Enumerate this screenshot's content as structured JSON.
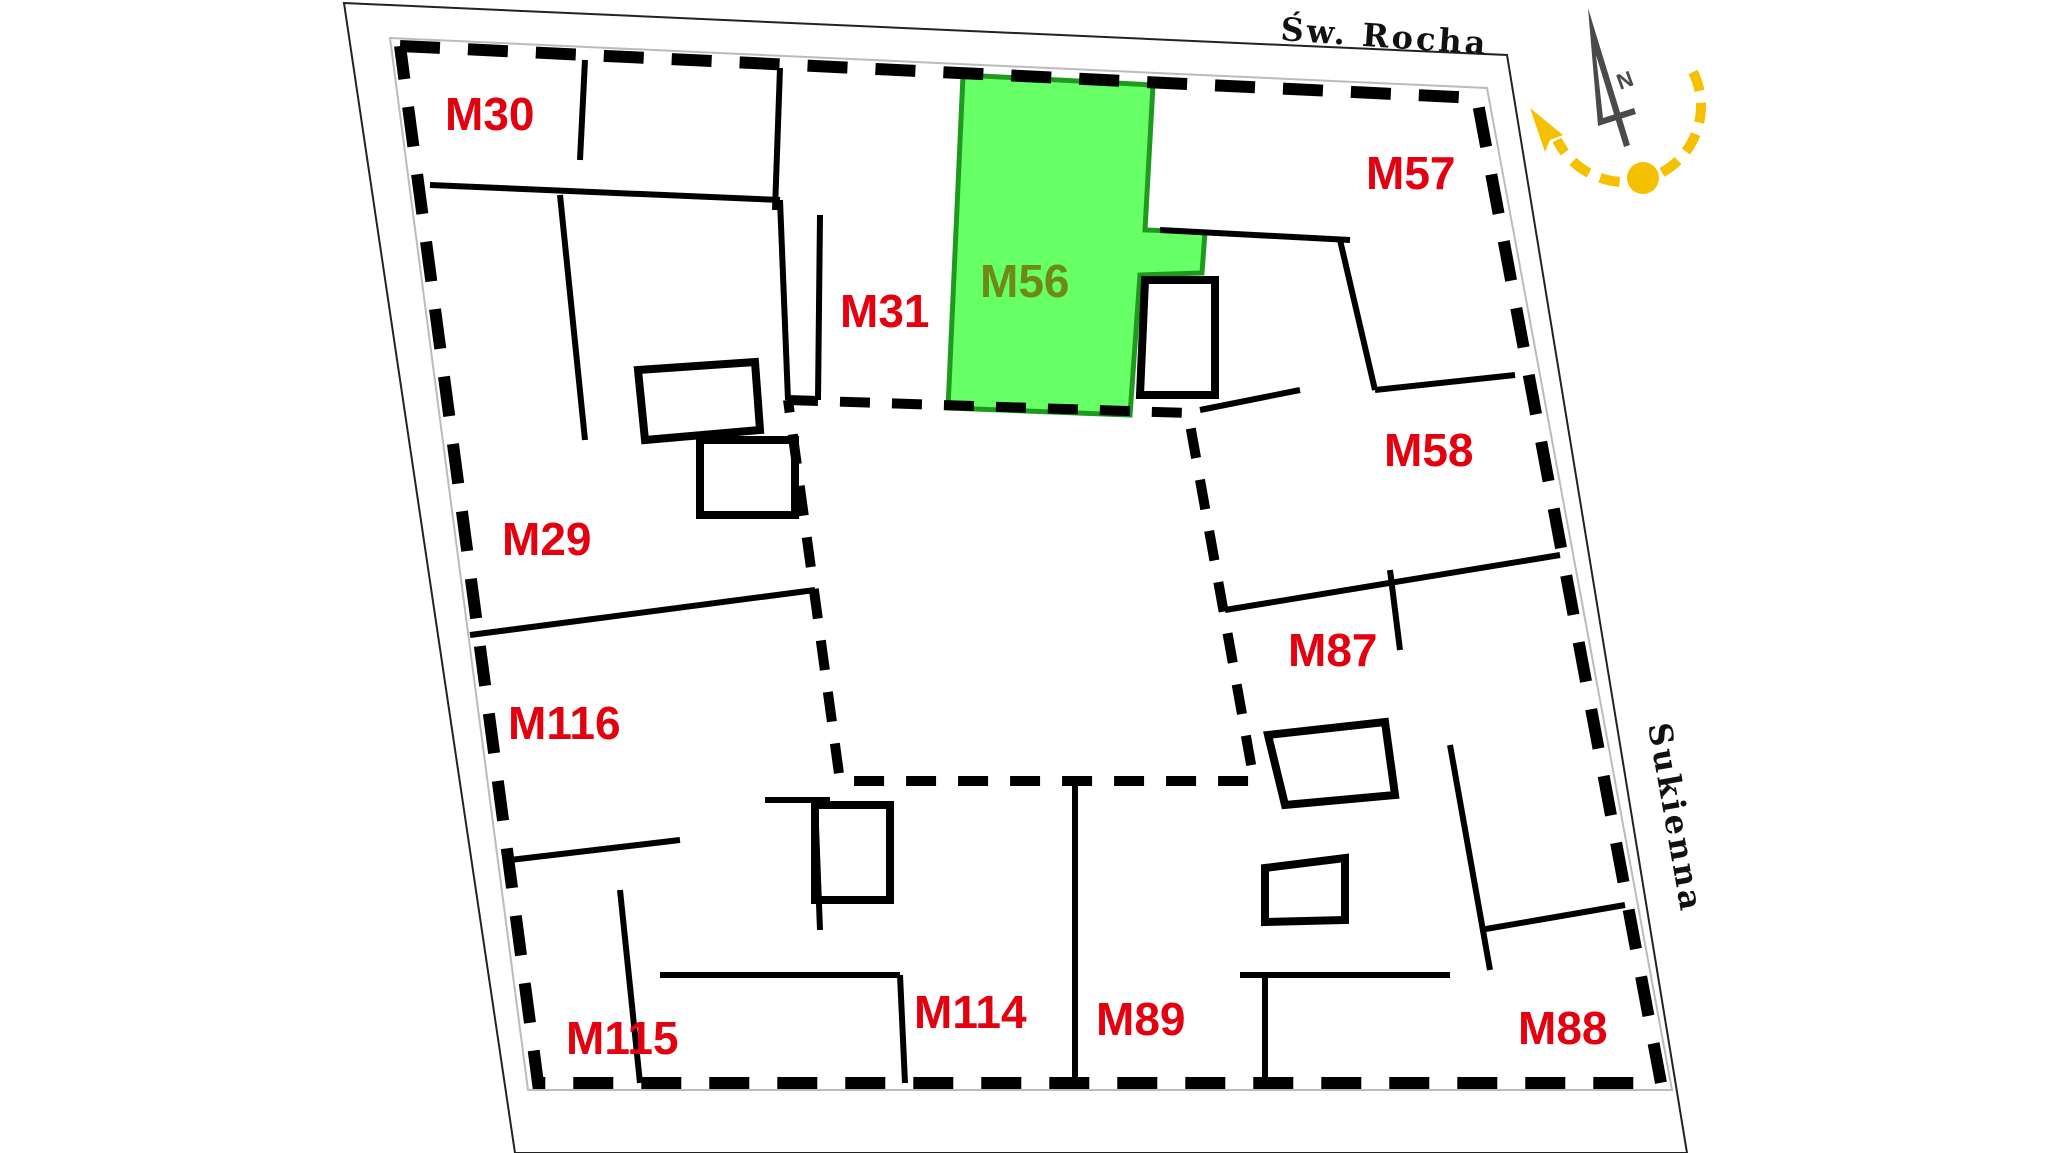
{
  "streets": {
    "north": "Św. Rocha",
    "east": "Sukienna"
  },
  "compass": {
    "label": "N",
    "needle_color": "#444444",
    "rotation_color": "#f5c000"
  },
  "colors": {
    "unit_label": "#e3000f",
    "selected_fill": "#66ff66",
    "selected_stroke": "#1f9a1f",
    "selected_label": "#6f8a12"
  },
  "selected_unit": "M56",
  "units": [
    {
      "id": "M30",
      "label": "M30"
    },
    {
      "id": "M31",
      "label": "M31"
    },
    {
      "id": "M56",
      "label": "M56"
    },
    {
      "id": "M57",
      "label": "M57"
    },
    {
      "id": "M58",
      "label": "M58"
    },
    {
      "id": "M29",
      "label": "M29"
    },
    {
      "id": "M87",
      "label": "M87"
    },
    {
      "id": "M116",
      "label": "M116"
    },
    {
      "id": "M114",
      "label": "M114"
    },
    {
      "id": "M89",
      "label": "M89"
    },
    {
      "id": "M115",
      "label": "M115"
    },
    {
      "id": "M88",
      "label": "M88"
    }
  ]
}
